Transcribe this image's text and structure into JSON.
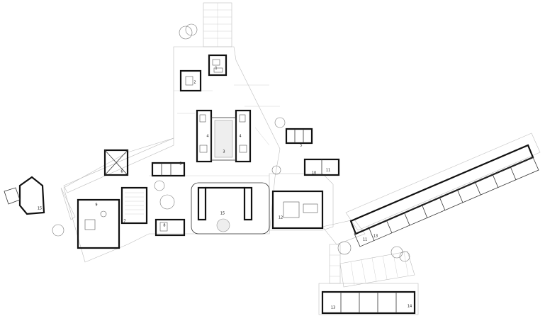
{
  "labels": {
    "l1": "1",
    "l2": "2",
    "l3": "3",
    "l4a": "4",
    "l4b": "4",
    "l5a": "5",
    "l5b": "5",
    "l6": "6",
    "l7": "7",
    "l8": "8",
    "l9": "9",
    "l10": "10",
    "l11a": "11",
    "l11b": "11",
    "l12": "12",
    "l13a": "13",
    "l13b": "13",
    "l14": "14",
    "l15a": "15",
    "l15b": "15"
  }
}
